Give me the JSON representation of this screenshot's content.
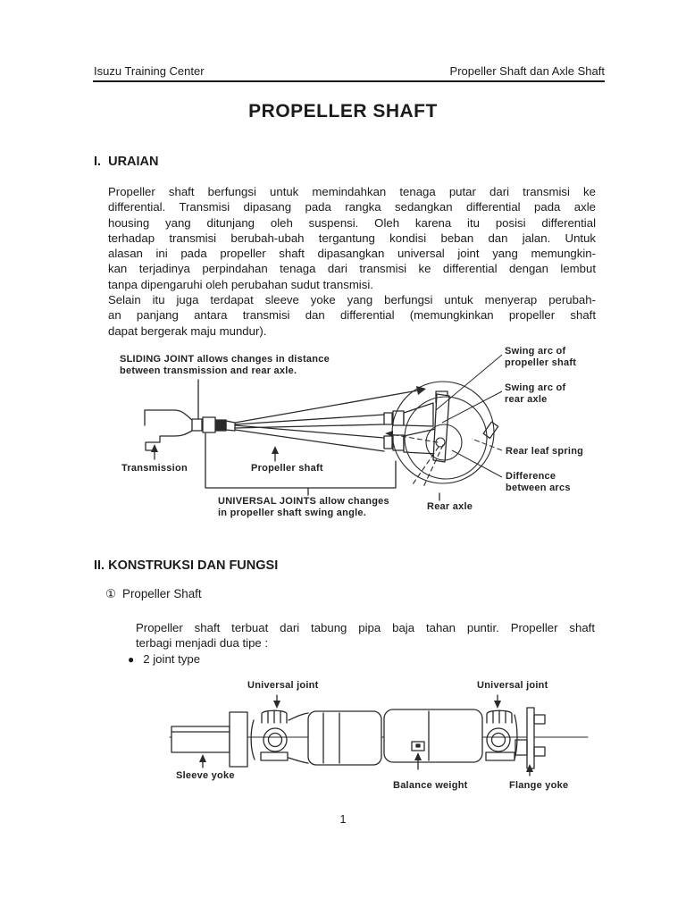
{
  "header": {
    "left": "Isuzu Training Center",
    "right": "Propeller Shaft dan Axle Shaft"
  },
  "title": "PROPELLER SHAFT",
  "section1": {
    "heading": "I.  URAIAN",
    "para1_lines": [
      "Propeller shaft berfungsi untuk memindahkan tenaga putar dari transmisi ke",
      "differential. Transmisi dipasang pada rangka sedangkan differential pada axle",
      "housing yang ditunjang oleh suspensi. Oleh karena itu posisi differential",
      "terhadap transmisi berubah-ubah tergantung kondisi beban dan jalan. Untuk",
      "alasan ini pada propeller shaft dipasangkan universal joint yang memungkin-",
      "kan terjadinya perpindahan tenaga dari transmisi ke differential dengan lembut",
      "tanpa dipengaruhi oleh perubahan sudut transmisi."
    ],
    "para2_lines": [
      "Selain itu juga terdapat sleeve yoke yang berfungsi untuk menyerap perubah-",
      "an panjang antara transmisi dan differential (memungkinkan propeller shaft",
      "dapat bergerak maju mundur)."
    ]
  },
  "diagram1": {
    "sliding_joint_lines": [
      "SLIDING JOINT allows changes in distance",
      "between transmission and rear axle."
    ],
    "swing_arc_propeller_lines": [
      "Swing arc of",
      "propeller shaft"
    ],
    "swing_arc_rear_lines": [
      "Swing arc of",
      "rear axle"
    ],
    "rear_leaf_spring": "Rear leaf spring",
    "difference_lines": [
      "Difference",
      "between arcs"
    ],
    "transmission": "Transmission",
    "propeller_shaft": "Propeller shaft",
    "universal_joints_lines": [
      "UNIVERSAL JOINTS allow changes",
      "in propeller shaft swing angle."
    ],
    "rear_axle": "Rear axle"
  },
  "section2": {
    "heading": "II. KONSTRUKSI DAN FUNGSI",
    "sub1_marker": "①",
    "sub1_label": "Propeller Shaft",
    "para_lines": [
      "Propeller shaft terbuat dari tabung pipa baja tahan puntir. Propeller shaft",
      "terbagi menjadi dua tipe :"
    ],
    "bullet_marker": "●",
    "bullet_text": "2 joint type"
  },
  "diagram2": {
    "universal_joint_left": "Universal joint",
    "universal_joint_right": "Universal joint",
    "sleeve_yoke": "Sleeve yoke",
    "balance_weight": "Balance weight",
    "flange_yoke": "Flange yoke"
  },
  "footer": {
    "page_number": "1"
  }
}
